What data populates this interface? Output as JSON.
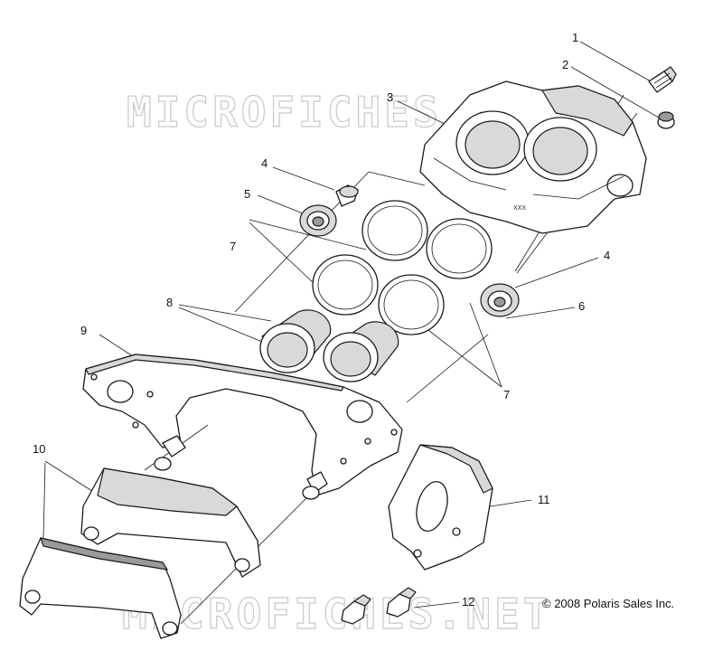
{
  "watermark": "MICROFICHES.NET",
  "copyright": "© 2008 Polaris Sales Inc.",
  "caliper_marking": "XXX",
  "callouts": {
    "c1": "1",
    "c2": "2",
    "c3": "3",
    "c4a": "4",
    "c4b": "4",
    "c5": "5",
    "c6": "6",
    "c7a": "7",
    "c7b": "7",
    "c8": "8",
    "c9": "9",
    "c10": "10",
    "c11": "11",
    "c12": "12"
  }
}
